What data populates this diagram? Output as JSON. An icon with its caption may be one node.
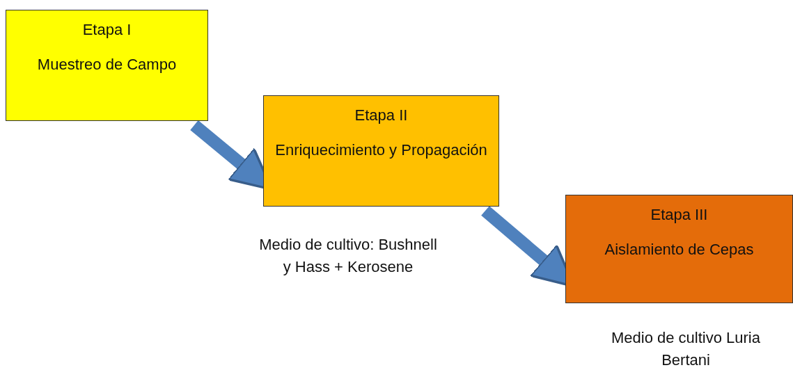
{
  "diagram": {
    "nodes": [
      {
        "text": [
          "Etapa I",
          "Muestreo de Campo"
        ]
      },
      {
        "text": [
          "Etapa II",
          "Enriquecimiento y Propagación"
        ],
        "beside": [
          "Medio de cultivo: Bushnell y Hass + Kerosene"
        ]
      },
      {
        "text": [
          "Etapa III",
          "Aislamiento de Cepas"
        ],
        "beside": [
          "Medio de cultivo Luria Bertani"
        ]
      }
    ],
    "edges": [
      {
        "from": 0,
        "to": 1,
        "arrow": "to"
      },
      {
        "from": 1,
        "to": 2,
        "arrow": "to"
      }
    ]
  }
}
